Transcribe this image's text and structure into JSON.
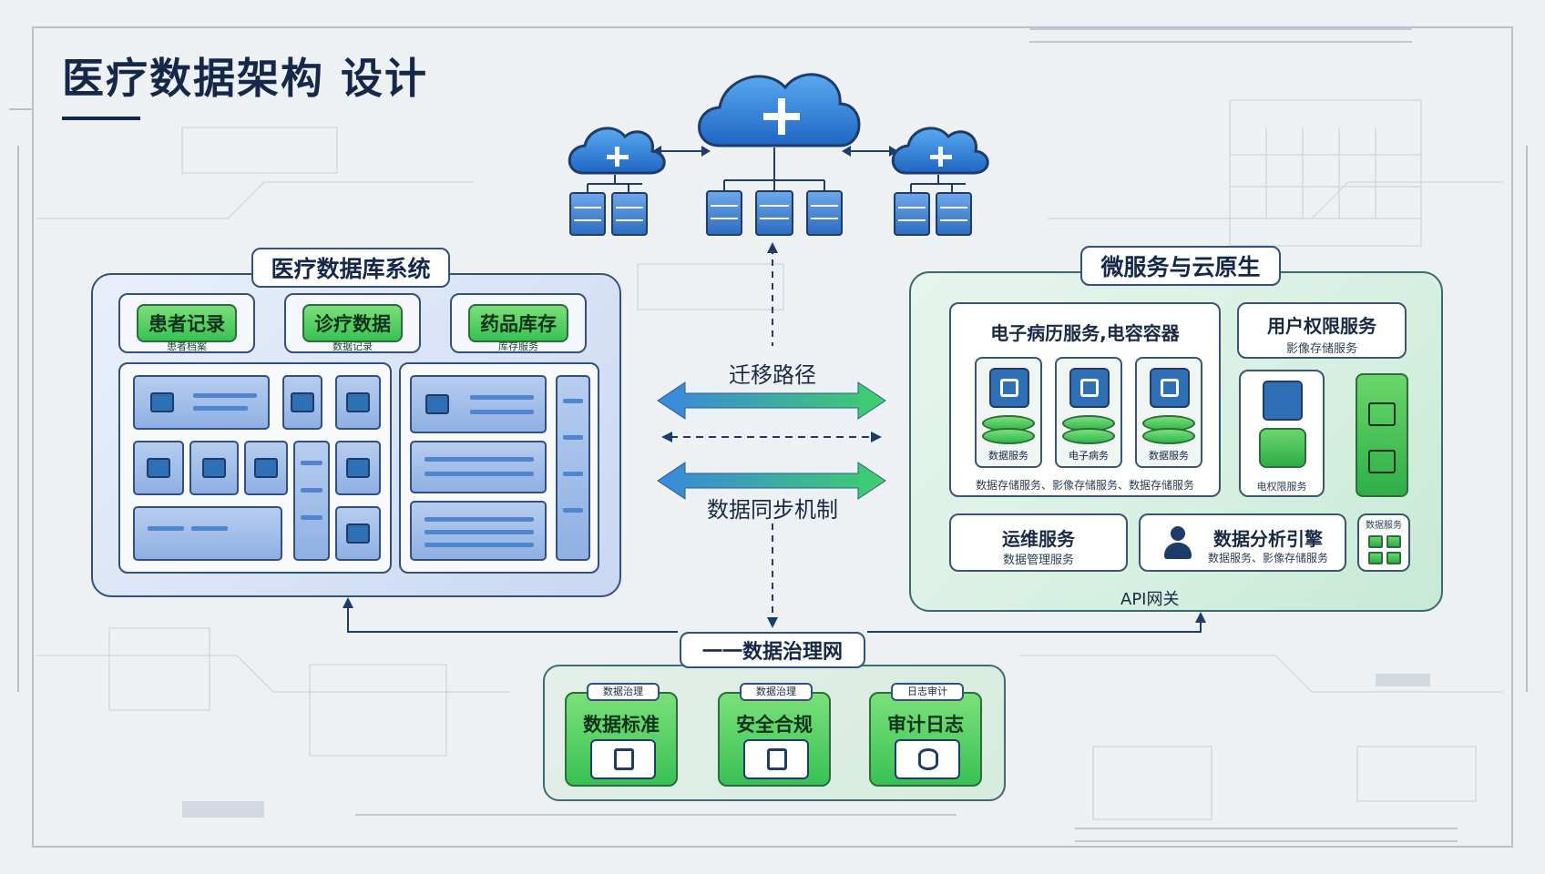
{
  "title": "医疗数据架构 设计",
  "left_panel": {
    "label": "医疗数据库系统",
    "tags": [
      {
        "title": "患者记录",
        "subtitle": "患者档案"
      },
      {
        "title": "诊疗数据",
        "subtitle": "数据记录"
      },
      {
        "title": "药品库存",
        "subtitle": "库存服务"
      }
    ]
  },
  "middle": {
    "migration_label": "迁移路径",
    "sync_label": "数据同步机制"
  },
  "right_panel": {
    "label": "微服务与云原生",
    "ehr_title": "电子病历服务,电容容器",
    "ehr_cells": [
      "数据服务",
      "电子病务",
      "数据服务"
    ],
    "ehr_caption": "数据存储服务、影像存储服务、数据存储服务",
    "auth_title": "用户权限服务",
    "auth_subtitle": "影像存储服务",
    "auth_tile_caption": "电权限服务",
    "svc_title": "运维服务",
    "svc_subtitle": "数据管理服务",
    "analytics_title": "数据分析引擎",
    "analytics_subtitle": "数据服务、影像存储服务",
    "small_tile_label": "数据服务",
    "gateway": "API网关"
  },
  "bottom_panel": {
    "label": "一一数据治理网",
    "cards": [
      {
        "chip": "数据治理",
        "title": "数据标准"
      },
      {
        "chip": "数据治理",
        "title": "安全合规"
      },
      {
        "chip": "日志审计",
        "title": "审计日志"
      }
    ]
  },
  "colors": {
    "navy": "#16284a",
    "accent_blue": "#2f6fb6",
    "accent_green": "#38c254",
    "panel_left": "#d9e3f6",
    "panel_right": "#d8f0e3"
  }
}
